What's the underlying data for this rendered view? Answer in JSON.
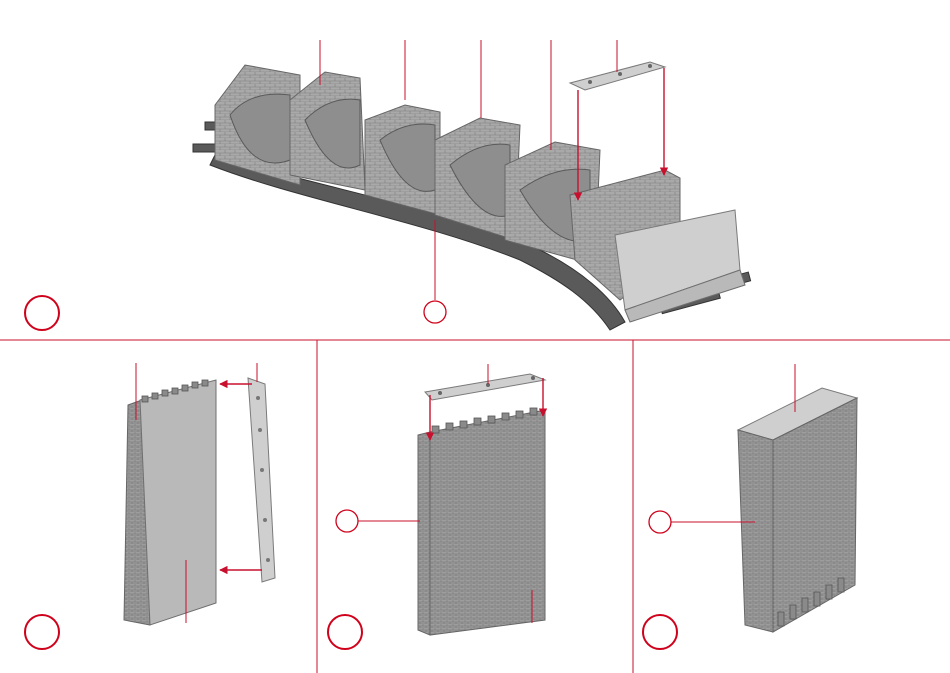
{
  "page": {
    "colors": {
      "accent": "#c8102e",
      "part": "#b9b9b9",
      "part_dark": "#8e8e8e",
      "base": "#5a5a5a"
    }
  },
  "steps": [
    {
      "id": "step-1",
      "label": ""
    },
    {
      "id": "step-2",
      "label": ""
    },
    {
      "id": "step-3",
      "label": ""
    },
    {
      "id": "step-4",
      "label": ""
    }
  ],
  "callouts": [
    {
      "id": "callout-base",
      "label": ""
    },
    {
      "id": "callout-step3",
      "label": ""
    },
    {
      "id": "callout-step4",
      "label": ""
    }
  ]
}
